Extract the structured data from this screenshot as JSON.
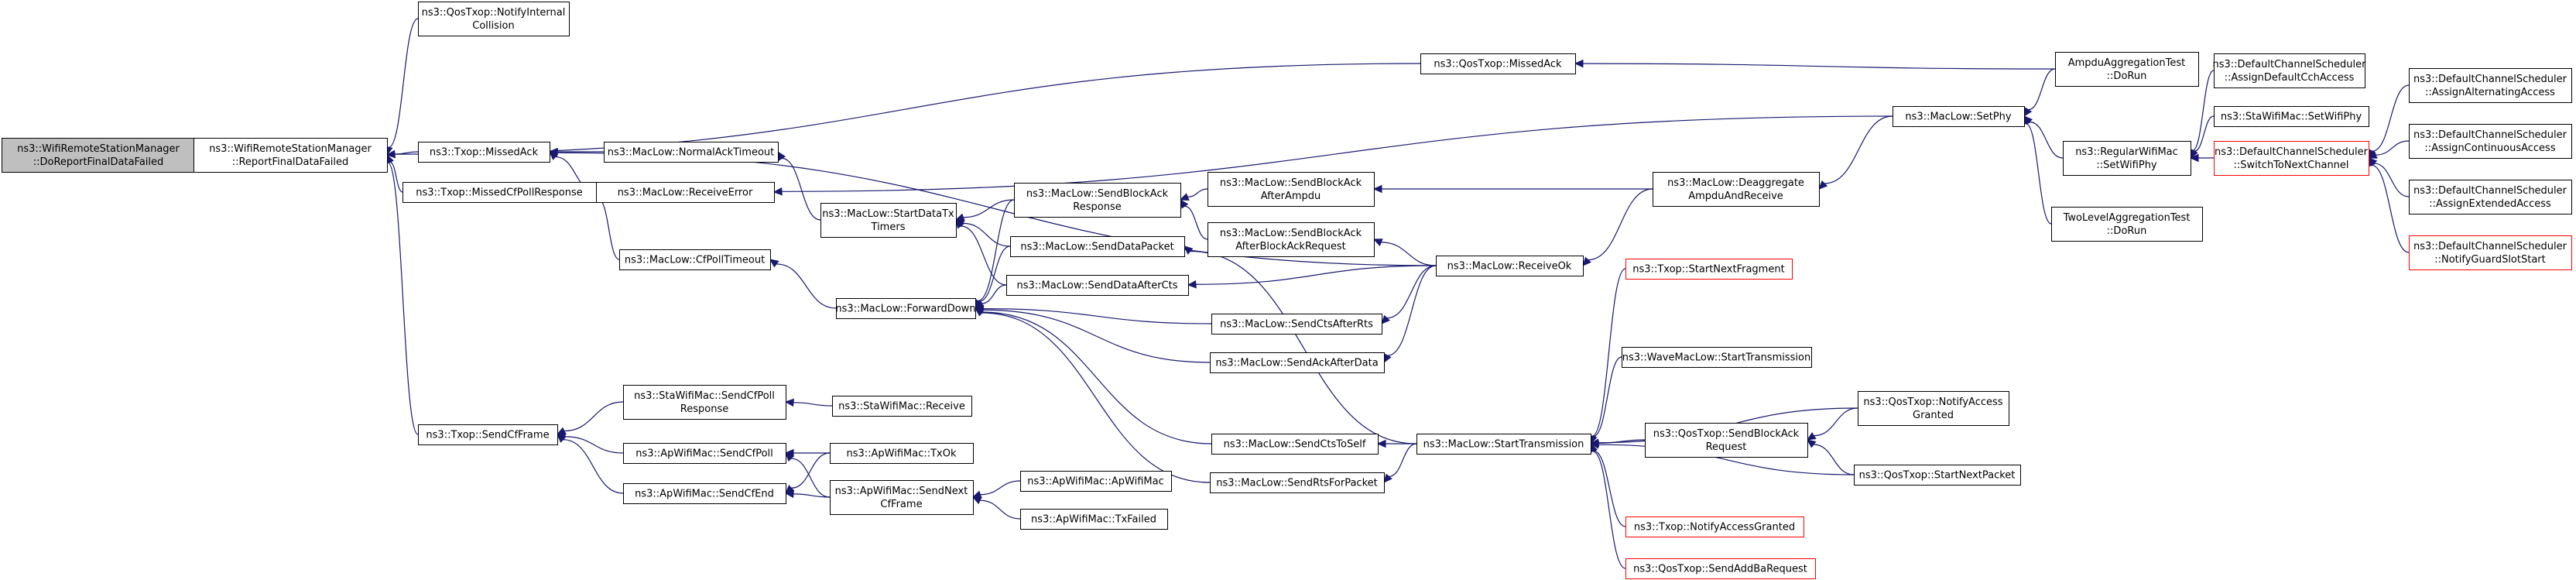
{
  "graph": {
    "nodes": [
      {
        "id": "root",
        "lines": [
          "ns3::WifiRemoteStationManager",
          "::DoReportFinalDataFailed"
        ],
        "style": "root"
      },
      {
        "id": "report",
        "lines": [
          "ns3::WifiRemoteStationManager",
          "::ReportFinalDataFailed"
        ]
      },
      {
        "id": "notifyColl",
        "lines": [
          "ns3::QosTxop::NotifyInternal",
          "Collision"
        ]
      },
      {
        "id": "qosMissedAck",
        "lines": [
          "ns3::QosTxop::MissedAck"
        ]
      },
      {
        "id": "txopMissedAck",
        "lines": [
          "ns3::Txop::MissedAck"
        ]
      },
      {
        "id": "missedCfPoll",
        "lines": [
          "ns3::Txop::MissedCfPollResponse"
        ]
      },
      {
        "id": "sendCfFrame",
        "lines": [
          "ns3::Txop::SendCfFrame"
        ]
      },
      {
        "id": "normalAckTimeout",
        "lines": [
          "ns3::MacLow::NormalAckTimeout"
        ]
      },
      {
        "id": "receiveError",
        "lines": [
          "ns3::MacLow::ReceiveError"
        ]
      },
      {
        "id": "cfPollTimeout",
        "lines": [
          "ns3::MacLow::CfPollTimeout"
        ]
      },
      {
        "id": "startDataTx",
        "lines": [
          "ns3::MacLow::StartDataTx",
          "Timers"
        ]
      },
      {
        "id": "forwardDown",
        "lines": [
          "ns3::MacLow::ForwardDown"
        ]
      },
      {
        "id": "sendBlockAckResp",
        "lines": [
          "ns3::MacLow::SendBlockAck",
          "Response"
        ]
      },
      {
        "id": "sendDataPacket",
        "lines": [
          "ns3::MacLow::SendDataPacket"
        ]
      },
      {
        "id": "sendDataAfterCts",
        "lines": [
          "ns3::MacLow::SendDataAfterCts"
        ]
      },
      {
        "id": "sendCtsAfterRts",
        "lines": [
          "ns3::MacLow::SendCtsAfterRts"
        ]
      },
      {
        "id": "sendAckAfterData",
        "lines": [
          "ns3::MacLow::SendAckAfterData"
        ]
      },
      {
        "id": "sendCtsToSelf",
        "lines": [
          "ns3::MacLow::SendCtsToSelf"
        ]
      },
      {
        "id": "sendRtsForPacket",
        "lines": [
          "ns3::MacLow::SendRtsForPacket"
        ]
      },
      {
        "id": "sendBlockAckAfterAmpdu",
        "lines": [
          "ns3::MacLow::SendBlockAck",
          "AfterAmpdu"
        ]
      },
      {
        "id": "sendBlockAckAfterBAR",
        "lines": [
          "ns3::MacLow::SendBlockAck",
          "AfterBlockAckRequest"
        ]
      },
      {
        "id": "receiveOk",
        "lines": [
          "ns3::MacLow::ReceiveOk"
        ]
      },
      {
        "id": "deaggregate",
        "lines": [
          "ns3::MacLow::Deaggregate",
          "AmpduAndReceive"
        ]
      },
      {
        "id": "setPhy",
        "lines": [
          "ns3::MacLow::SetPhy"
        ]
      },
      {
        "id": "ampduTest",
        "lines": [
          "AmpduAggregationTest",
          "::DoRun"
        ]
      },
      {
        "id": "regularSetWifiPhy",
        "lines": [
          "ns3::RegularWifiMac",
          "::SetWifiPhy"
        ]
      },
      {
        "id": "twoLevelTest",
        "lines": [
          "TwoLevelAggregationTest",
          "::DoRun"
        ]
      },
      {
        "id": "assignCch",
        "lines": [
          "ns3::DefaultChannelScheduler",
          "::AssignDefaultCchAccess"
        ]
      },
      {
        "id": "staSetWifiPhy",
        "lines": [
          "ns3::StaWifiMac::SetWifiPhy"
        ]
      },
      {
        "id": "switchToNext",
        "lines": [
          "ns3::DefaultChannelScheduler",
          "::SwitchToNextChannel"
        ],
        "style": "red"
      },
      {
        "id": "assignAlternating",
        "lines": [
          "ns3::DefaultChannelScheduler",
          "::AssignAlternatingAccess"
        ]
      },
      {
        "id": "assignContinuous",
        "lines": [
          "ns3::DefaultChannelScheduler",
          "::AssignContinuousAccess"
        ]
      },
      {
        "id": "assignExtended",
        "lines": [
          "ns3::DefaultChannelScheduler",
          "::AssignExtendedAccess"
        ]
      },
      {
        "id": "notifyGuard",
        "lines": [
          "ns3::DefaultChannelScheduler",
          "::NotifyGuardSlotStart"
        ],
        "style": "red"
      },
      {
        "id": "staSendCfPollResp",
        "lines": [
          "ns3::StaWifiMac::SendCfPoll",
          "Response"
        ]
      },
      {
        "id": "staReceive",
        "lines": [
          "ns3::StaWifiMac::Receive"
        ]
      },
      {
        "id": "apSendCfPoll",
        "lines": [
          "ns3::ApWifiMac::SendCfPoll"
        ]
      },
      {
        "id": "apSendCfEnd",
        "lines": [
          "ns3::ApWifiMac::SendCfEnd"
        ]
      },
      {
        "id": "apTxOk",
        "lines": [
          "ns3::ApWifiMac::TxOk"
        ]
      },
      {
        "id": "apSendNextCf",
        "lines": [
          "ns3::ApWifiMac::SendNext",
          "CfFrame"
        ]
      },
      {
        "id": "apApWifiMac",
        "lines": [
          "ns3::ApWifiMac::ApWifiMac"
        ]
      },
      {
        "id": "apTxFailed",
        "lines": [
          "ns3::ApWifiMac::TxFailed"
        ]
      },
      {
        "id": "startTransmission",
        "lines": [
          "ns3::MacLow::StartTransmission"
        ]
      },
      {
        "id": "txopStartNextFrag",
        "lines": [
          "ns3::Txop::StartNextFragment"
        ],
        "style": "red"
      },
      {
        "id": "waveStartTx",
        "lines": [
          "ns3::WaveMacLow::StartTransmission"
        ]
      },
      {
        "id": "qosSendBlockAckReq",
        "lines": [
          "ns3::QosTxop::SendBlockAck",
          "Request"
        ]
      },
      {
        "id": "qosNotifyAccess",
        "lines": [
          "ns3::QosTxop::NotifyAccess",
          "Granted"
        ]
      },
      {
        "id": "qosStartNextPacket",
        "lines": [
          "ns3::QosTxop::StartNextPacket"
        ]
      },
      {
        "id": "txopNotifyAccess",
        "lines": [
          "ns3::Txop::NotifyAccessGranted"
        ],
        "style": "red"
      },
      {
        "id": "qosSendAddBa",
        "lines": [
          "ns3::QosTxop::SendAddBaRequest"
        ],
        "style": "red"
      }
    ],
    "edges": [
      [
        "report",
        "root"
      ],
      [
        "notifyColl",
        "report"
      ],
      [
        "qosMissedAck",
        "report"
      ],
      [
        "txopMissedAck",
        "report"
      ],
      [
        "missedCfPoll",
        "report"
      ],
      [
        "sendCfFrame",
        "report"
      ],
      [
        "ampduTest",
        "qosMissedAck"
      ],
      [
        "normalAckTimeout",
        "txopMissedAck"
      ],
      [
        "receiveError",
        "txopMissedAck"
      ],
      [
        "receiveOk",
        "txopMissedAck"
      ],
      [
        "receiveError",
        "missedCfPoll"
      ],
      [
        "cfPollTimeout",
        "missedCfPoll"
      ],
      [
        "startDataTx",
        "normalAckTimeout"
      ],
      [
        "setPhy",
        "receiveError"
      ],
      [
        "forwardDown",
        "cfPollTimeout"
      ],
      [
        "sendBlockAckResp",
        "forwardDown"
      ],
      [
        "sendDataPacket",
        "forwardDown"
      ],
      [
        "sendDataAfterCts",
        "forwardDown"
      ],
      [
        "sendCtsAfterRts",
        "forwardDown"
      ],
      [
        "sendAckAfterData",
        "forwardDown"
      ],
      [
        "sendCtsToSelf",
        "forwardDown"
      ],
      [
        "sendRtsForPacket",
        "forwardDown"
      ],
      [
        "sendBlockAckResp",
        "startDataTx"
      ],
      [
        "sendDataPacket",
        "startDataTx"
      ],
      [
        "sendDataAfterCts",
        "startDataTx"
      ],
      [
        "sendBlockAckAfterAmpdu",
        "sendBlockAckResp"
      ],
      [
        "sendBlockAckAfterBAR",
        "sendBlockAckResp"
      ],
      [
        "deaggregate",
        "sendBlockAckAfterAmpdu"
      ],
      [
        "receiveOk",
        "sendBlockAckAfterBAR"
      ],
      [
        "receiveOk",
        "sendDataAfterCts"
      ],
      [
        "receiveOk",
        "sendCtsAfterRts"
      ],
      [
        "receiveOk",
        "sendAckAfterData"
      ],
      [
        "deaggregate",
        "receiveOk"
      ],
      [
        "setPhy",
        "deaggregate"
      ],
      [
        "ampduTest",
        "setPhy"
      ],
      [
        "regularSetWifiPhy",
        "setPhy"
      ],
      [
        "twoLevelTest",
        "setPhy"
      ],
      [
        "assignCch",
        "regularSetWifiPhy"
      ],
      [
        "staSetWifiPhy",
        "regularSetWifiPhy"
      ],
      [
        "switchToNext",
        "regularSetWifiPhy"
      ],
      [
        "assignAlternating",
        "switchToNext"
      ],
      [
        "assignContinuous",
        "switchToNext"
      ],
      [
        "assignExtended",
        "switchToNext"
      ],
      [
        "notifyGuard",
        "switchToNext"
      ],
      [
        "staSendCfPollResp",
        "sendCfFrame"
      ],
      [
        "apSendCfPoll",
        "sendCfFrame"
      ],
      [
        "apSendCfEnd",
        "sendCfFrame"
      ],
      [
        "staReceive",
        "staSendCfPollResp"
      ],
      [
        "apTxOk",
        "apSendCfPoll"
      ],
      [
        "apSendNextCf",
        "apSendCfPoll"
      ],
      [
        "apTxOk",
        "apSendCfEnd"
      ],
      [
        "apSendNextCf",
        "apSendCfEnd"
      ],
      [
        "apApWifiMac",
        "apSendNextCf"
      ],
      [
        "apTxFailed",
        "apSendNextCf"
      ],
      [
        "startTransmission",
        "sendCtsToSelf"
      ],
      [
        "startTransmission",
        "sendRtsForPacket"
      ],
      [
        "startTransmission",
        "sendDataPacket"
      ],
      [
        "txopStartNextFrag",
        "startTransmission"
      ],
      [
        "waveStartTx",
        "startTransmission"
      ],
      [
        "qosNotifyAccess",
        "startTransmission"
      ],
      [
        "qosSendBlockAckReq",
        "startTransmission"
      ],
      [
        "qosStartNextPacket",
        "startTransmission"
      ],
      [
        "txopNotifyAccess",
        "startTransmission"
      ],
      [
        "qosSendAddBa",
        "startTransmission"
      ],
      [
        "qosNotifyAccess",
        "qosSendBlockAckReq"
      ],
      [
        "qosStartNextPacket",
        "qosSendBlockAckReq"
      ]
    ]
  }
}
